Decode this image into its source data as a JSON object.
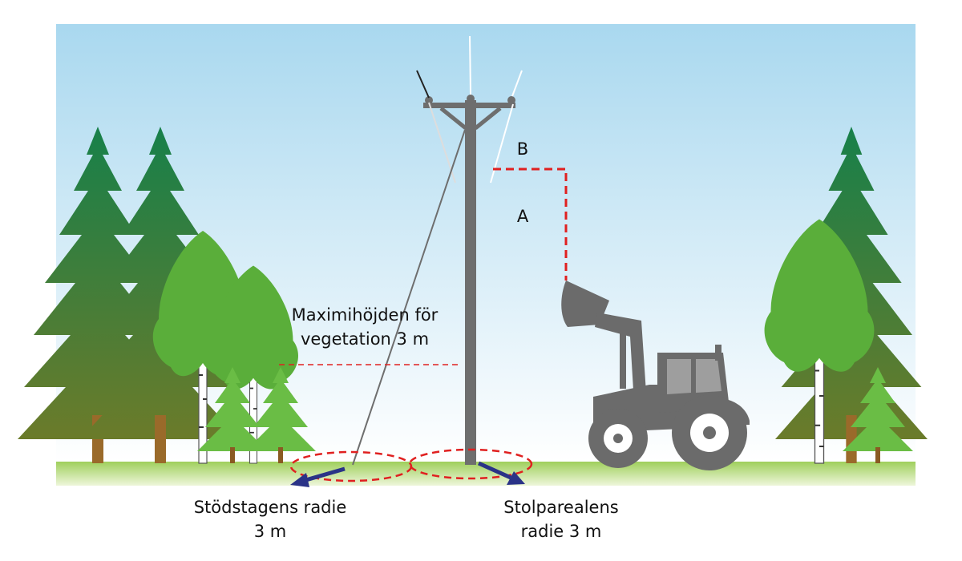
{
  "labels": {
    "b": "B",
    "a": "A",
    "max_height_line1": "Maximihöjden för",
    "max_height_line2": "vegetation 3 m",
    "guy_radius_line1": "Stödstagens radie",
    "guy_radius_line2": "3 m",
    "pole_radius_line1": "Stolparealens",
    "pole_radius_line2": "radie 3 m"
  },
  "colors": {
    "sky_top": "#a9d8ef",
    "sky_bottom": "#ffffff",
    "ground": "#b8dc7a",
    "pole": "#6e6e6e",
    "tractor": "#6b6b6b",
    "dashed_marker": "#e02020",
    "arrow": "#2a3387",
    "spruce_top": "#1f7a3e",
    "spruce_bottom": "#5a7a2c",
    "birch": "#5aae3a",
    "trunk": "#9a6a2a"
  },
  "icons": [
    "spruce-tree-icon",
    "birch-tree-icon",
    "power-pole-icon",
    "tractor-icon",
    "arrow-icon"
  ]
}
